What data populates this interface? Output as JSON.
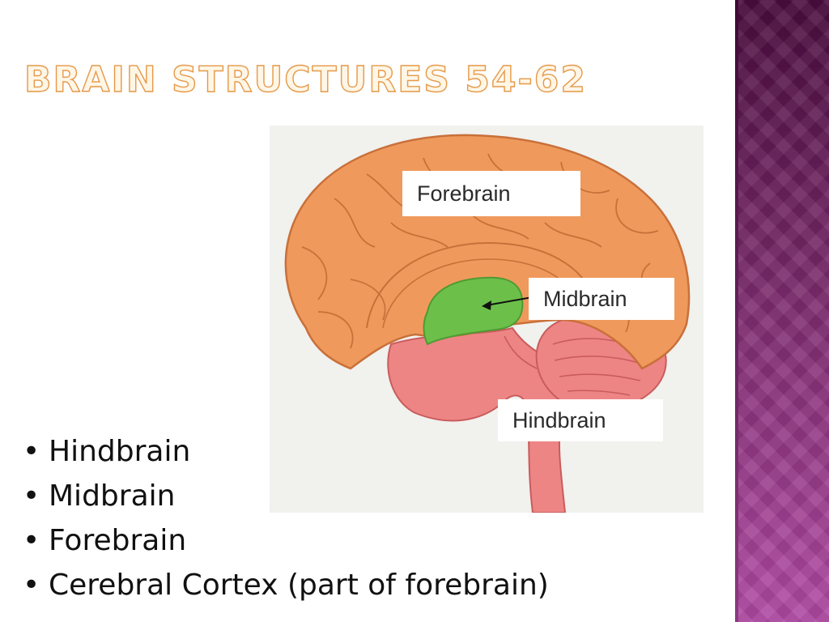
{
  "slide": {
    "title": "Brain Structures 54-62",
    "title_color": "#e59a4a",
    "bullet_glyph": "•",
    "bullets": [
      "Hindbrain",
      "Midbrain",
      "Forebrain",
      "Cerebral Cortex (part of forebrain)"
    ]
  },
  "diagram": {
    "labels": {
      "forebrain": "Forebrain",
      "midbrain": "Midbrain",
      "hindbrain": "Hindbrain"
    },
    "colors": {
      "forebrain": "#ef9a5c",
      "midbrain": "#6cc04a",
      "hindbrain": "#ee8585",
      "accent_band": "#7a2a6b"
    }
  }
}
